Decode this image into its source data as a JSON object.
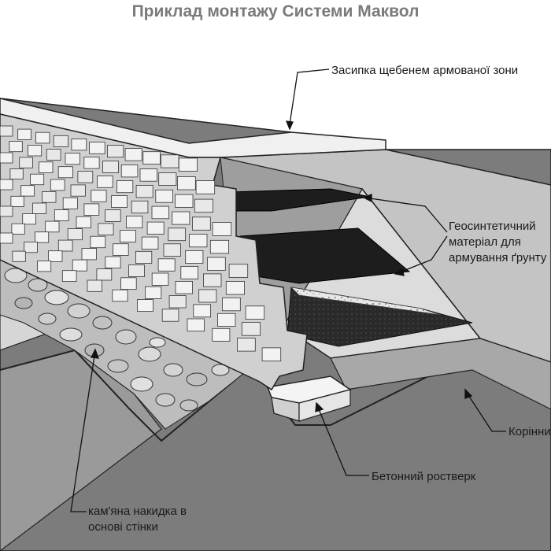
{
  "title": "Приклад монтажу Системи Маквол",
  "labels": {
    "backfill": "Засипка щебенем армованої зони",
    "geosynthetic": "Геосинтетичний матеріал для армування ґрунту",
    "native_soil": "Корінний",
    "concrete_footing": "Бетонний ростверк",
    "stone_apron": "кам'яна накидка в основі стінки"
  }
}
